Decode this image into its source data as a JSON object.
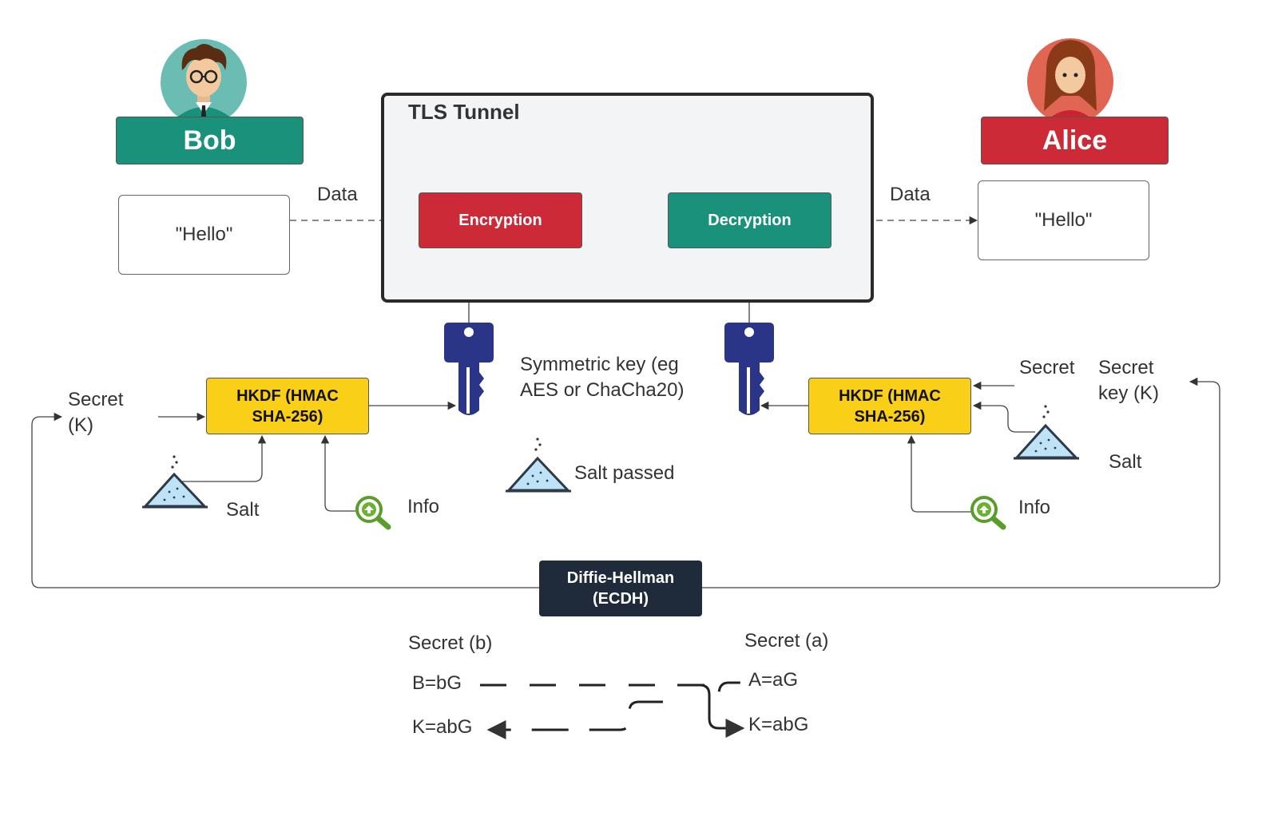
{
  "actors": {
    "bob": {
      "name": "Bob",
      "color": "#1a917b",
      "message": "\"Hello\""
    },
    "alice": {
      "name": "Alice",
      "color": "#cc2a37",
      "message": "\"Hello\""
    }
  },
  "tunnel": {
    "title": "TLS Tunnel",
    "encryption_label": "Encryption",
    "decryption_label": "Decryption",
    "encryption_color": "#cc2a37",
    "decryption_color": "#1a917b"
  },
  "flow": {
    "data_left": "Data",
    "data_right": "Data"
  },
  "left_kdf": {
    "label_line1": "HKDF (HMAC",
    "label_line2": "SHA-256)",
    "secret_line1": "Secret",
    "secret_line2": "(K)",
    "salt": "Salt",
    "info": "Info"
  },
  "right_kdf": {
    "label_line1": "HKDF (HMAC",
    "label_line2": "SHA-256)",
    "secret": "Secret",
    "secret_key_line1": "Secret",
    "secret_key_line2": "key (K)",
    "salt": "Salt",
    "info": "Info"
  },
  "key_note": {
    "line1": "Symmetric key (eg",
    "line2": "AES or ChaCha20)",
    "key_color": "#2b3587"
  },
  "salt_passed": "Salt passed",
  "dh": {
    "line1": "Diffie-Hellman",
    "line2": "(ECDH)",
    "secret_b": "Secret (b)",
    "secret_a": "Secret (a)",
    "b_public": "B=bG",
    "a_public": "A=aG",
    "k_left": "K=abG",
    "k_right": "K=abG"
  },
  "icons": {
    "bob_avatar": "man-with-glasses-avatar-icon",
    "alice_avatar": "woman-avatar-icon",
    "key": "key-icon",
    "salt": "salt-pile-icon",
    "info": "magnifier-info-icon"
  }
}
